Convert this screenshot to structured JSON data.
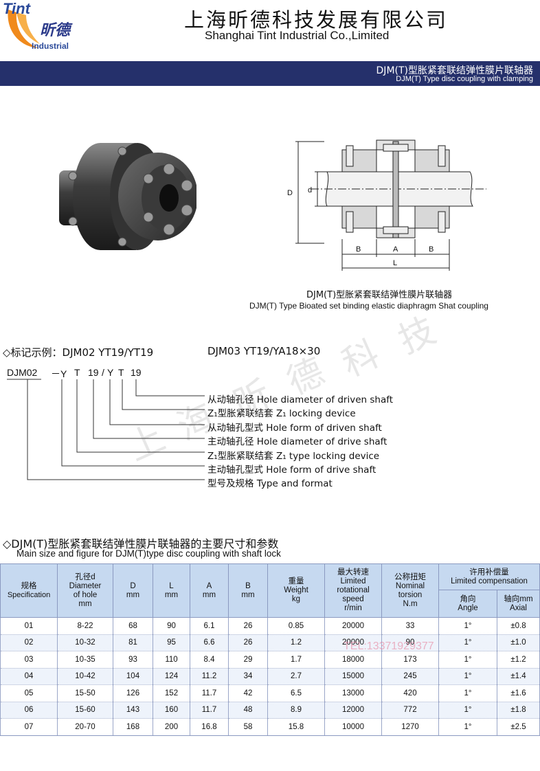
{
  "header": {
    "logo_latin": "Tint",
    "logo_cn": "昕德",
    "logo_sub": "Industrial",
    "company_cn": "上海昕德科技发展有限公司",
    "company_en": "Shanghai Tint Industrial Co.,Limited"
  },
  "band": {
    "title_cn": "DJM(T)型胀紧套联结弹性膜片联轴器",
    "title_en": "DJM(T) Type disc  coupling  with clamping"
  },
  "drawing": {
    "caption_cn": "DJM(T)型胀紧套联结弹性膜片联轴器",
    "caption_en": "DJM(T) Type Bioated set binding elastic diaphragm Shat coupling",
    "labels": {
      "D": "D",
      "d": "d",
      "B1": "B",
      "A": "A",
      "B2": "B",
      "L": "L"
    }
  },
  "marking": {
    "title": "◇标记示例：DJM02 YT19/YT19",
    "example2": "DJM03 YT19/YA18×30",
    "code": [
      "DJM02",
      "－Y",
      "T",
      "19",
      "/",
      "Y",
      "T",
      "19"
    ],
    "legend": [
      "从动轴孔径  Hole diameter of driven shaft",
      "Z₁型胀紧联结套  Z₁ locking device",
      "从动轴孔型式  Hole form of driven shaft",
      "主动轴孔径  Hole diameter of drive shaft",
      "Z₁型胀紧联结套  Z₁ type locking device",
      "主动轴孔型式  Hole form of drive shaft",
      "型号及规格  Type and format"
    ]
  },
  "watermark": {
    "chars": [
      "上",
      "海",
      "昕",
      "德",
      "科",
      "技"
    ],
    "tel": "TEL:13371929377"
  },
  "section": {
    "title": "◇DJM(T)型胀紧套联结弹性膜片联轴器的主要尺寸和参数",
    "subtitle": "Main size and figure for DJM(T)type disc  coupling with shaft lock"
  },
  "table": {
    "h_spec_cn": "规格",
    "h_spec_en": "Specification",
    "h_hole_1": "孔径d",
    "h_hole_2": "Diameter",
    "h_hole_3": "of hole",
    "h_hole_4": "mm",
    "h_D": "D",
    "h_D_u": "mm",
    "h_L": "L",
    "h_L_u": "mm",
    "h_A": "A",
    "h_A_u": "mm",
    "h_B": "B",
    "h_B_u": "mm",
    "h_wt_1": "重量",
    "h_wt_2": "Weight",
    "h_wt_3": "kg",
    "h_spd_1": "最大转速",
    "h_spd_2": "Limited",
    "h_spd_3": "rotational",
    "h_spd_4": "speed",
    "h_spd_5": "r/min",
    "h_tq_1": "公称扭矩",
    "h_tq_2": "Nominal",
    "h_tq_3": "torsion",
    "h_tq_4": "N.m",
    "h_comp_1": "许用补偿量",
    "h_comp_2": "Limited compensation",
    "h_ang_1": "角向",
    "h_ang_2": "Angle",
    "h_ax_1": "轴向mm",
    "h_ax_2": "Axial",
    "rows": [
      [
        "01",
        "8-22",
        "68",
        "90",
        "6.1",
        "26",
        "0.85",
        "20000",
        "33",
        "1°",
        "±0.8"
      ],
      [
        "02",
        "10-32",
        "81",
        "95",
        "6.6",
        "26",
        "1.2",
        "20000",
        "90",
        "1°",
        "±1.0"
      ],
      [
        "03",
        "10-35",
        "93",
        "110",
        "8.4",
        "29",
        "1.7",
        "18000",
        "173",
        "1°",
        "±1.2"
      ],
      [
        "04",
        "10-42",
        "104",
        "124",
        "11.2",
        "34",
        "2.7",
        "15000",
        "245",
        "1°",
        "±1.4"
      ],
      [
        "05",
        "15-50",
        "126",
        "152",
        "11.7",
        "42",
        "6.5",
        "13000",
        "420",
        "1°",
        "±1.6"
      ],
      [
        "06",
        "15-60",
        "143",
        "160",
        "11.7",
        "48",
        "8.9",
        "12000",
        "772",
        "1°",
        "±1.8"
      ],
      [
        "07",
        "20-70",
        "168",
        "200",
        "16.8",
        "58",
        "15.8",
        "10000",
        "1270",
        "1°",
        "±2.5"
      ]
    ]
  },
  "colors": {
    "band": "#25306b",
    "header_cell": "#c6d9f0",
    "logo_orange": "#f08a1c",
    "logo_blue": "#2b4a9a"
  }
}
